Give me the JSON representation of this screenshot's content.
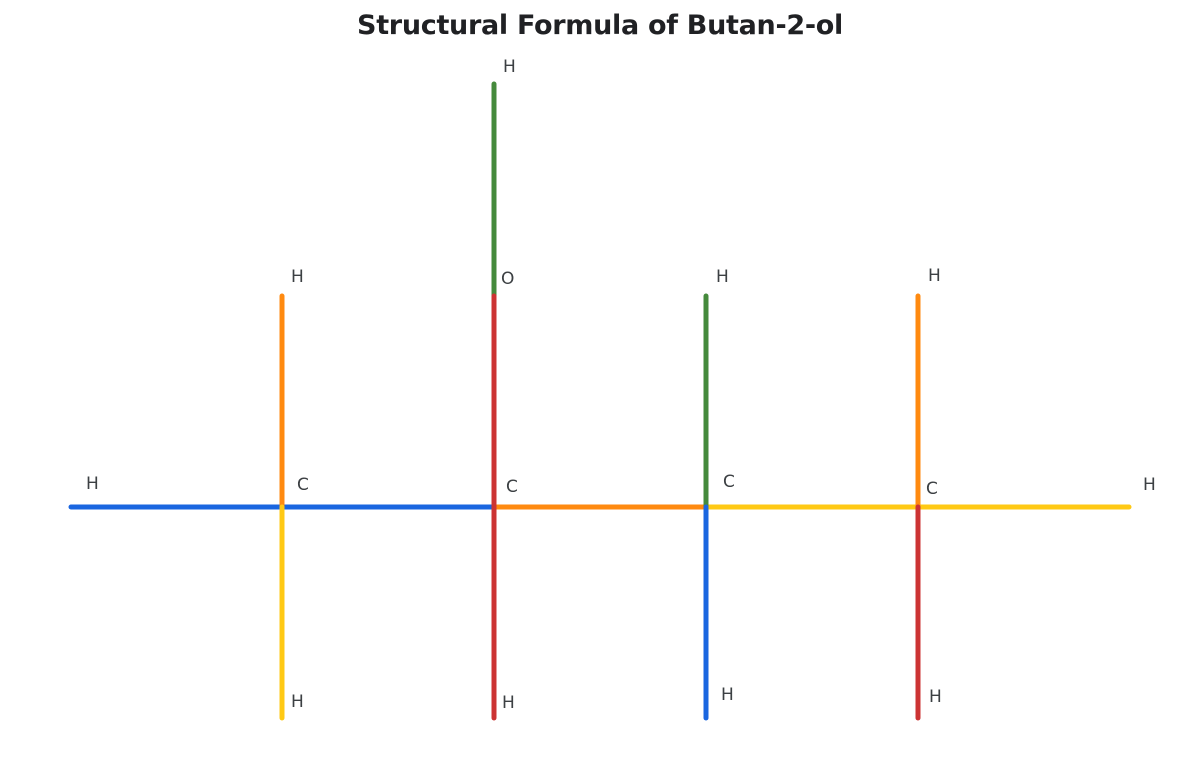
{
  "title": "Structural Formula of Butan-2-ol",
  "colors": {
    "blue": "#1a66e0",
    "orange": "#ff8a10",
    "yellow": "#ffc914",
    "red": "#cc3333",
    "green": "#458a3c"
  },
  "atoms": {
    "h_left": "H",
    "c1": "C",
    "h_c1_top": "H",
    "h_c1_bottom": "H",
    "c2": "C",
    "o": "O",
    "h_o": "H",
    "h_c2_bottom": "H",
    "c3": "C",
    "h_c3_top": "H",
    "h_c3_bottom": "H",
    "c4": "C",
    "h_c4_top": "H",
    "h_c4_bottom": "H",
    "h_right": "H"
  },
  "bonds": [
    {
      "name": "bond-h-c1",
      "color": "blue"
    },
    {
      "name": "bond-c1-c2",
      "color": "blue"
    },
    {
      "name": "bond-c2-c3",
      "color": "orange"
    },
    {
      "name": "bond-c3-c4",
      "color": "yellow"
    },
    {
      "name": "bond-c4-h",
      "color": "yellow"
    },
    {
      "name": "bond-c1-h-top",
      "color": "orange"
    },
    {
      "name": "bond-c1-h-bottom",
      "color": "yellow"
    },
    {
      "name": "bond-c2-o",
      "color": "red"
    },
    {
      "name": "bond-o-h",
      "color": "green"
    },
    {
      "name": "bond-c2-h-bottom",
      "color": "red"
    },
    {
      "name": "bond-c3-h-top",
      "color": "green"
    },
    {
      "name": "bond-c3-h-bottom",
      "color": "blue"
    },
    {
      "name": "bond-c4-h-top",
      "color": "orange"
    },
    {
      "name": "bond-c4-h-bottom",
      "color": "red"
    }
  ]
}
